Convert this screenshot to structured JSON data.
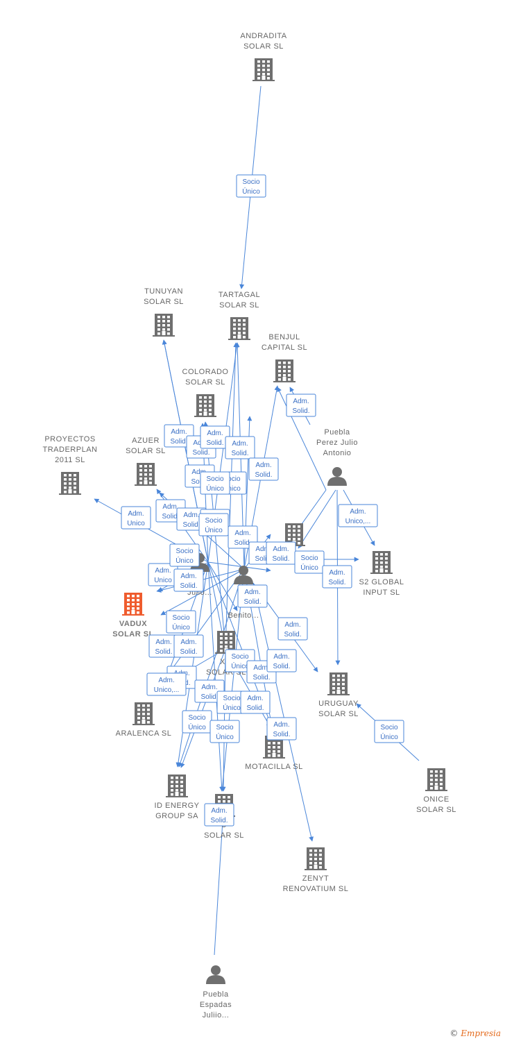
{
  "colors": {
    "edge": "#4a86d9",
    "node": "#6f6f6f",
    "highlight": "#ef5c2e",
    "label": "#666666"
  },
  "nodes": [
    {
      "id": "andradita",
      "type": "company",
      "lines": [
        "ANDRADITA",
        "SOLAR  SL"
      ]
    },
    {
      "id": "tunuyan",
      "type": "company",
      "lines": [
        "TUNUYAN",
        "SOLAR  SL"
      ]
    },
    {
      "id": "tartagal",
      "type": "company",
      "lines": [
        "TARTAGAL",
        "SOLAR  SL"
      ]
    },
    {
      "id": "benjul",
      "type": "company",
      "lines": [
        "BENJUL",
        "CAPITAL  SL"
      ]
    },
    {
      "id": "colorado",
      "type": "company",
      "lines": [
        "COLORADO",
        "SOLAR  SL"
      ]
    },
    {
      "id": "proyectos",
      "type": "company",
      "lines": [
        "PROYECTOS",
        "TRADERPLAN",
        "2011 SL"
      ]
    },
    {
      "id": "azuer",
      "type": "company",
      "lines": [
        "AZUER",
        "SOLAR  SL"
      ]
    },
    {
      "id": "puebla_jap",
      "type": "person",
      "lines": [
        "Puebla",
        "Perez Julio",
        "Antonio"
      ]
    },
    {
      "id": "mid_company",
      "type": "company",
      "lines": []
    },
    {
      "id": "s2global",
      "type": "company",
      "lines": [
        "S2 GLOBAL",
        "INPUT  SL"
      ]
    },
    {
      "id": "person_julio",
      "type": "person",
      "lines": [
        "s",
        "Julio..."
      ]
    },
    {
      "id": "person_benito",
      "type": "person",
      "lines": [
        "Pu",
        "P",
        "Benito..."
      ]
    },
    {
      "id": "vadux",
      "type": "company",
      "highlight": true,
      "lines": [
        "VADUX",
        "SOLAR  SL"
      ]
    },
    {
      "id": "xil",
      "type": "company",
      "lines": [
        "XIL",
        "SOLAR  SL"
      ]
    },
    {
      "id": "uruguay",
      "type": "company",
      "lines": [
        "URUGUAY",
        "SOLAR SL"
      ]
    },
    {
      "id": "aralenca",
      "type": "company",
      "lines": [
        "ARALENCA SL"
      ]
    },
    {
      "id": "motacilla",
      "type": "company",
      "lines": [
        "MOTACILLA SL"
      ]
    },
    {
      "id": "onice",
      "type": "company",
      "lines": [
        "ONICE",
        "SOLAR  SL"
      ]
    },
    {
      "id": "idenergy",
      "type": "company",
      "lines": [
        "ID ENERGY",
        "GROUP SA"
      ]
    },
    {
      "id": "bottom_solar",
      "type": "company",
      "lines": [
        "U",
        "SOLAR  SL"
      ]
    },
    {
      "id": "zenyt",
      "type": "company",
      "lines": [
        "ZENYT",
        "RENOVATIUM SL"
      ]
    },
    {
      "id": "puebla_ej",
      "type": "person",
      "lines": [
        "Puebla",
        "Espadas",
        "Juliio..."
      ]
    }
  ],
  "edge_labels": [
    [
      "Socio",
      "Único"
    ],
    [
      "Adm.",
      "Solid."
    ],
    [
      "Adm.",
      "Solid."
    ],
    [
      "Adm.",
      "Solid."
    ],
    [
      "Adm.",
      "Solid."
    ],
    [
      "Adm.",
      "Solid."
    ],
    [
      "Adm.",
      "Solid."
    ],
    [
      "Adm.",
      "Solid."
    ],
    [
      "Socio",
      "Único"
    ],
    [
      "Adm.",
      "Unico,..."
    ],
    [
      "Adm.",
      "Unico"
    ],
    [
      "Adm.",
      "Solid."
    ],
    [
      "Adm.",
      "Solid."
    ],
    [
      "Socio",
      "Único"
    ],
    [
      "Adm.",
      "Solid."
    ],
    [
      "Adm.",
      "Solid."
    ],
    [
      "Adm.",
      "Solid."
    ],
    [
      "Socio",
      "Único"
    ],
    [
      "Adm.",
      "Solid."
    ],
    [
      "Adm.",
      "Unico"
    ],
    [
      "Adm.",
      "Solid."
    ],
    [
      "Socio",
      "Único"
    ],
    [
      "Adm.",
      "Solid."
    ],
    [
      "Adm.",
      "Solid."
    ],
    [
      "Adm.",
      "Solid."
    ],
    [
      "Socio",
      "Único"
    ],
    [
      "Adm.",
      "Solid."
    ],
    [
      "Socio",
      "Único"
    ],
    [
      "Adm.",
      "Solid."
    ],
    [
      "Adm.",
      "Solid."
    ],
    [
      "Adm.",
      "Solid."
    ],
    [
      "Adm.",
      "Solid."
    ],
    [
      "Socio",
      "Único"
    ],
    [
      "Adm.",
      "Solid."
    ],
    [
      "Adm.",
      "Solid."
    ],
    [
      "Socio",
      "Único"
    ],
    [
      "Socio",
      "Único"
    ],
    [
      "Adm.",
      "Unico,..."
    ],
    [
      "Socio",
      "Único"
    ],
    [
      "Socio",
      "Único"
    ],
    [
      "Adm.",
      "Solid."
    ],
    [
      "Socio",
      "Único"
    ]
  ],
  "footer": {
    "copyright": "©",
    "brand": "Empresia"
  }
}
